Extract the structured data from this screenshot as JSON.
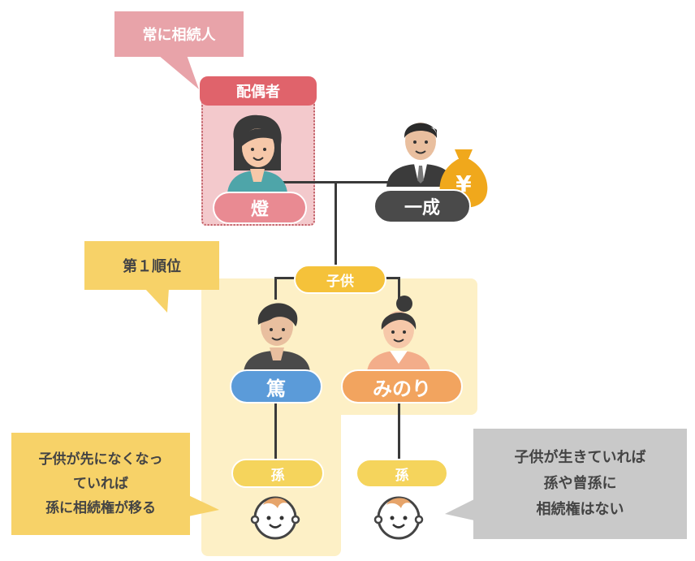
{
  "callouts": {
    "always_heir": "常に相続人",
    "first_rank": "第１順位",
    "left_note": [
      "子供が先になくなっ",
      "ていれば",
      "孫に相続権が移る"
    ],
    "right_note": [
      "子供が生きていれば",
      "孫や曾孫に",
      "相続権はない"
    ]
  },
  "labels": {
    "spouse_role": "配偶者",
    "spouse_name": "燈",
    "decedent_name": "一成",
    "children_group": "子供",
    "child1_name": "篤",
    "child2_name": "みのり",
    "grandchild1": "孫",
    "grandchild2": "孫"
  },
  "icons": {
    "money_bag": "yen-money-bag-icon",
    "yen_symbol": "¥"
  },
  "colors": {
    "pink_callout": "#e8a3a9",
    "spouse_header": "#e0636b",
    "spouse_box": "#f3c9cc",
    "yellow_callout": "#f7d268",
    "yellow_bg": "#fdf0c6",
    "gray_callout": "#c9c9c9",
    "blue_pill": "#5b9bd9",
    "orange_pill": "#f2a45f",
    "dark_pill": "#4a4a4a",
    "gold": "#f0a81c"
  }
}
